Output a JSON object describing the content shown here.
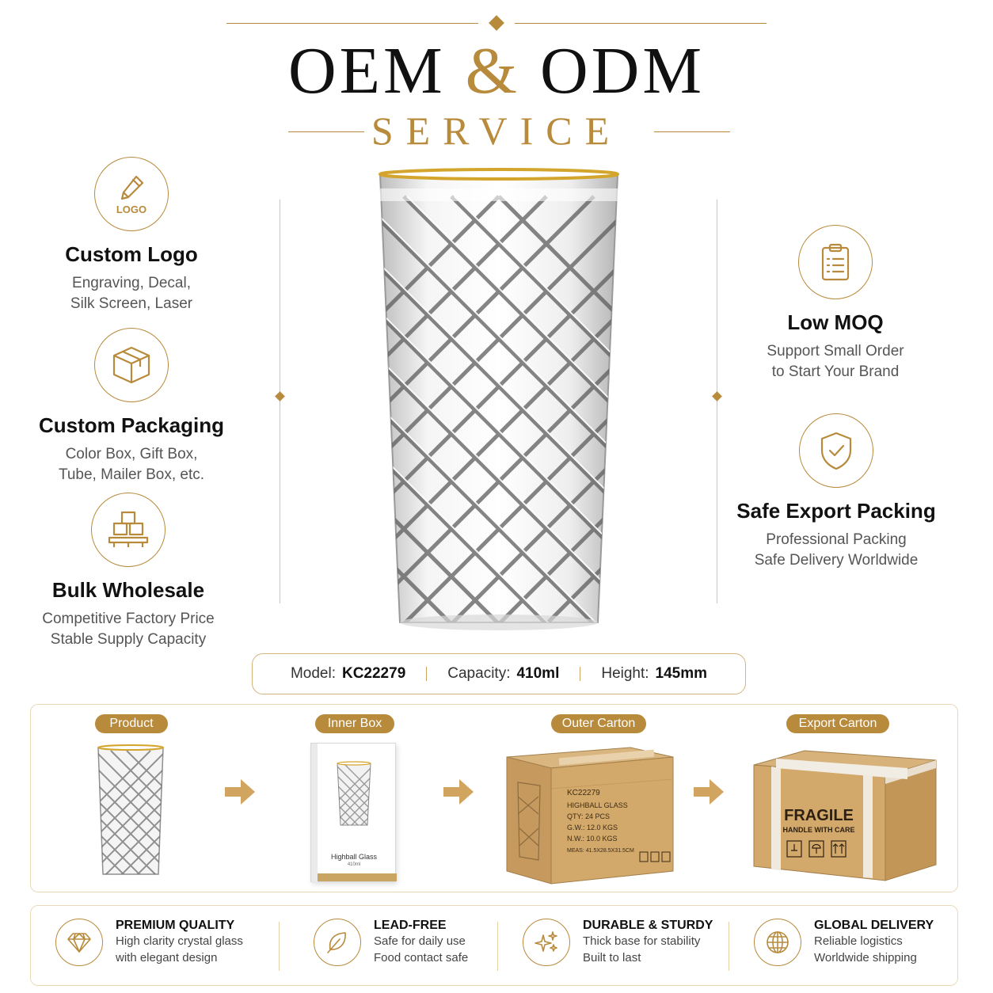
{
  "header": {
    "title_left": "OEM",
    "title_amp": "&",
    "title_right": "ODM",
    "subtitle": "SERVICE"
  },
  "colors": {
    "accent": "#b88a3c",
    "text": "#111111",
    "muted": "#555555",
    "carton": "#c9a26c"
  },
  "features_left": [
    {
      "icon": "logo-pen-icon",
      "icon_text": "LOGO",
      "title": "Custom Logo",
      "desc_lines": [
        "Engraving, Decal,",
        "Silk Screen, Laser"
      ]
    },
    {
      "icon": "box-icon",
      "title": "Custom Packaging",
      "desc_lines": [
        "Color Box, Gift Box,",
        "Tube, Mailer Box, etc."
      ]
    },
    {
      "icon": "pallet-boxes-icon",
      "title": "Bulk Wholesale",
      "desc_lines": [
        "Competitive Factory Price",
        "Stable Supply Capacity"
      ]
    }
  ],
  "features_right": [
    {
      "icon": "clipboard-icon",
      "title": "Low MOQ",
      "desc_lines": [
        "Support Small Order",
        "to Start Your Brand"
      ]
    },
    {
      "icon": "shield-check-icon",
      "title": "Safe Export Packing",
      "desc_lines": [
        "Professional Packing",
        "Safe Delivery Worldwide"
      ]
    }
  ],
  "specs": {
    "model_label": "Model:",
    "model_value": "KC22279",
    "capacity_label": "Capacity:",
    "capacity_value": "410ml",
    "height_label": "Height:",
    "height_value": "145mm"
  },
  "process": {
    "steps": [
      "Product",
      "Inner Box",
      "Outer Carton",
      "Export Carton"
    ],
    "inner_box": {
      "name": "Highball Glass",
      "capacity": "410ml"
    },
    "outer_carton": {
      "lines": [
        "KC22279",
        "HIGHBALL GLASS",
        "QTY: 24 PCS",
        "G.W.: 12.0 KGS",
        "N.W.: 10.0 KGS",
        "MEAS: 41.5X28.5X31.5CM"
      ]
    },
    "export_carton": {
      "fragile": "FRAGILE",
      "handle": "HANDLE WITH CARE"
    }
  },
  "benefits": [
    {
      "icon": "diamond-icon",
      "title": "PREMIUM QUALITY",
      "lines": [
        "High clarity crystal glass",
        "with elegant design"
      ]
    },
    {
      "icon": "leaf-icon",
      "title": "LEAD-FREE",
      "lines": [
        "Safe for daily use",
        "Food contact safe"
      ]
    },
    {
      "icon": "sparkle-icon",
      "title": "DURABLE & STURDY",
      "lines": [
        "Thick base for stability",
        "Built to last"
      ]
    },
    {
      "icon": "globe-icon",
      "title": "GLOBAL DELIVERY",
      "lines": [
        "Reliable logistics",
        "Worldwide shipping"
      ]
    }
  ]
}
